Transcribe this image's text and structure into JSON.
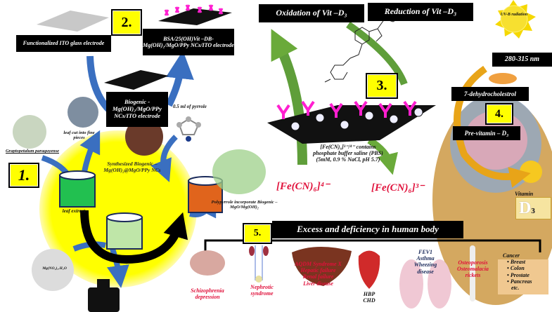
{
  "steps": {
    "s1": "1.",
    "s2": "2.",
    "s3": "3.",
    "s4": "4.",
    "s5": "5."
  },
  "electrodes": {
    "ito": "Functionalized ITO glass electrode",
    "bsa": "BSA/25(OH)Vit –DB-Mg(OH)₂/MgO/PPy NCs/ITO electrode",
    "biogenic": "Biogenic - Mg(OH)₂/MgO/PPy NCs/ITO electrode"
  },
  "synthesis": {
    "pyrrole": "0.5 ml of pyrrole",
    "plant": "Graptopetalum paraguyense",
    "leaf_cut": "leaf cut into fine pieces",
    "leaf_extract": "leaf extract",
    "synthesized": "Synthesized Biogenic – Mg(OH)₂@MgO/PPy NCs",
    "polypyrrole": "Polypyrrole incorporate Biogenic – MgO/Mg(OH)₂",
    "salt": "Mg(NO₃)₂.H₂O"
  },
  "redox": {
    "oxidation": "Oxidation of Vit –D₃",
    "reduction": "Reduction of Vit –D₃",
    "buffer": "[Fe(CN)₆]³⁻/⁴⁻ contains phosphate buffer saline (PBS) (5mM, 0.9 % NaCl, pH 5.7)",
    "fe4": "[Fe(CN)₆]⁴⁻",
    "fe3": "[Fe(CN)₆]³⁻"
  },
  "skin": {
    "uv": "UV-B radiation",
    "wavelength": "280-315 nm",
    "dehydro": "7-dehydrocholestrol",
    "previtamin": "Pre-vitamin – D₃",
    "vitamin": "Vitamin",
    "d3": "D",
    "d3_sub": "3"
  },
  "body": {
    "title": "Excess and deficiency in human body",
    "brain": "Schizophrenia depression",
    "kidney": "Nephrotic syndrome",
    "liver": [
      "AQDM Syndrome X",
      "Hepatic failure",
      "Renal failure",
      "Liver disease"
    ],
    "heart": [
      "HBP",
      "CHD"
    ],
    "lungs": [
      "FEV1",
      "Asthma",
      "Wheezing",
      "disease"
    ],
    "bone": [
      "Osteoporosis",
      "Osteomalacia",
      "rickets"
    ],
    "cancer_title": "Cancer",
    "cancer": [
      "Breast",
      "Colon",
      "Prostate",
      "Pancreas"
    ],
    "cancer_etc": "etc."
  },
  "colors": {
    "yellow": "#ffff00",
    "blue": "#3a6fc0",
    "green": "#5f9e3a",
    "red": "#e0103a",
    "pink": "#ff1fd0",
    "gold": "#e0a020"
  }
}
